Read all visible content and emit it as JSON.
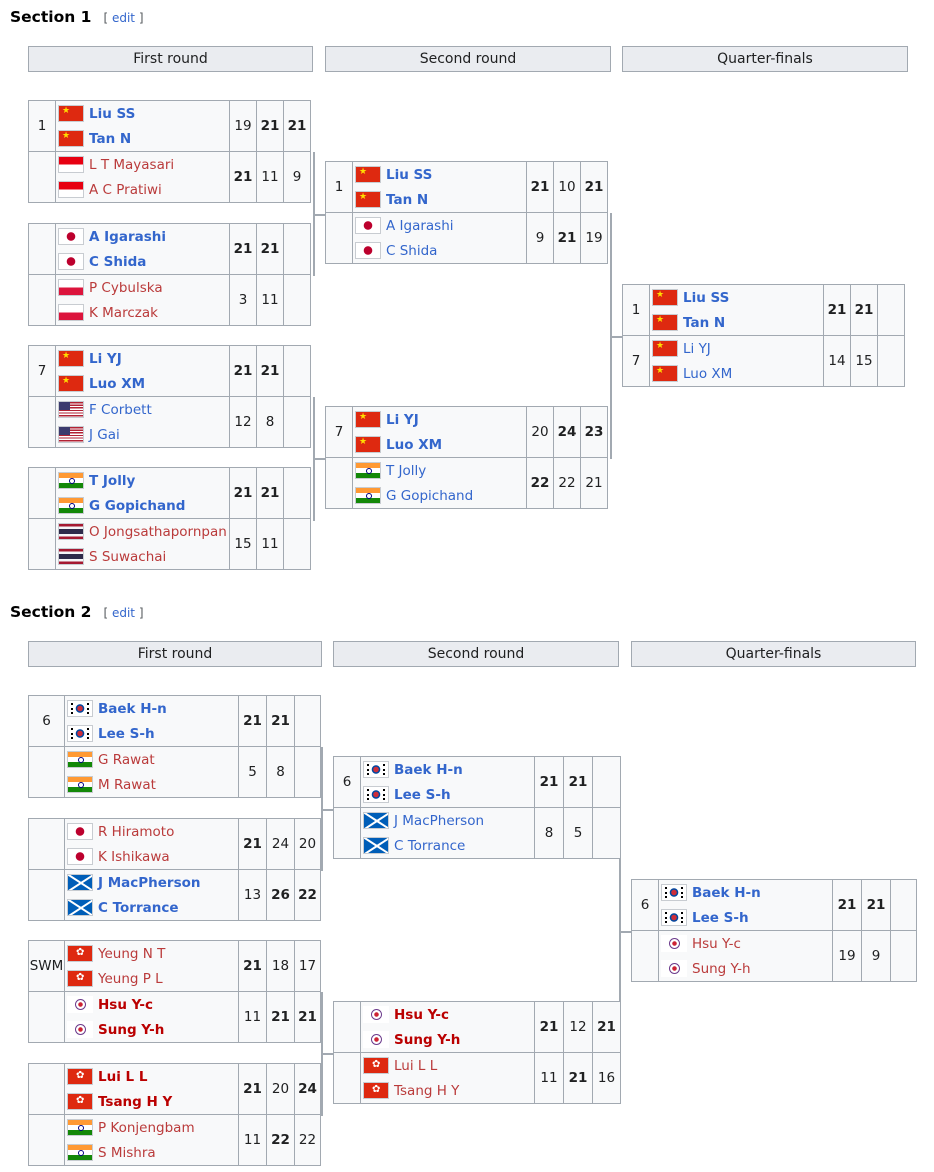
{
  "sections": [
    {
      "title": "Section 1",
      "edit_label": "edit",
      "rounds": [
        "First round",
        "Second round",
        "Quarter-finals"
      ],
      "matches": [
        {
          "top": {
            "seed": "1",
            "players": [
              {
                "name": "Liu SS",
                "flag": "china-flag-icon"
              },
              {
                "name": "Tan N",
                "flag": "china-flag-icon"
              }
            ],
            "scores": [
              "19",
              "21",
              "21"
            ]
          },
          "bottom": {
            "seed": "",
            "players": [
              {
                "name": "L T Mayasari",
                "flag": "indonesia-flag-icon"
              },
              {
                "name": "A C Pratiwi",
                "flag": "indonesia-flag-icon"
              }
            ],
            "scores": [
              "21",
              "11",
              "9"
            ]
          }
        },
        {
          "top": {
            "seed": "",
            "players": [
              {
                "name": "A Igarashi",
                "flag": "japan-flag-icon"
              },
              {
                "name": "C Shida",
                "flag": "japan-flag-icon"
              }
            ],
            "scores": [
              "21",
              "21",
              ""
            ]
          },
          "bottom": {
            "seed": "",
            "players": [
              {
                "name": "P Cybulska",
                "flag": "poland-flag-icon"
              },
              {
                "name": "K Marczak",
                "flag": "poland-flag-icon"
              }
            ],
            "scores": [
              "3",
              "11",
              ""
            ]
          }
        },
        {
          "top": {
            "seed": "7",
            "players": [
              {
                "name": "Li YJ",
                "flag": "china-flag-icon"
              },
              {
                "name": "Luo XM",
                "flag": "china-flag-icon"
              }
            ],
            "scores": [
              "21",
              "21",
              ""
            ]
          },
          "bottom": {
            "seed": "",
            "players": [
              {
                "name": "F Corbett",
                "flag": "usa-flag-icon"
              },
              {
                "name": "J Gai",
                "flag": "usa-flag-icon"
              }
            ],
            "scores": [
              "12",
              "8",
              ""
            ]
          }
        },
        {
          "top": {
            "seed": "",
            "players": [
              {
                "name": "T Jolly",
                "flag": "india-flag-icon"
              },
              {
                "name": "G Gopichand",
                "flag": "india-flag-icon"
              }
            ],
            "scores": [
              "21",
              "21",
              ""
            ]
          },
          "bottom": {
            "seed": "",
            "players": [
              {
                "name": "O Jongsathapornpan",
                "flag": "thailand-flag-icon"
              },
              {
                "name": "S Suwachai",
                "flag": "thailand-flag-icon"
              }
            ],
            "scores": [
              "15",
              "11",
              ""
            ]
          }
        },
        {
          "top": {
            "seed": "1",
            "players": [
              {
                "name": "Liu SS",
                "flag": "china-flag-icon"
              },
              {
                "name": "Tan N",
                "flag": "china-flag-icon"
              }
            ],
            "scores": [
              "21",
              "10",
              "21"
            ]
          },
          "bottom": {
            "seed": "",
            "players": [
              {
                "name": "A Igarashi",
                "flag": "japan-flag-icon"
              },
              {
                "name": "C Shida",
                "flag": "japan-flag-icon"
              }
            ],
            "scores": [
              "9",
              "21",
              "19"
            ]
          }
        },
        {
          "top": {
            "seed": "7",
            "players": [
              {
                "name": "Li YJ",
                "flag": "china-flag-icon"
              },
              {
                "name": "Luo XM",
                "flag": "china-flag-icon"
              }
            ],
            "scores": [
              "20",
              "24",
              "23"
            ]
          },
          "bottom": {
            "seed": "",
            "players": [
              {
                "name": "T Jolly",
                "flag": "india-flag-icon"
              },
              {
                "name": "G Gopichand",
                "flag": "india-flag-icon"
              }
            ],
            "scores": [
              "22",
              "22",
              "21"
            ]
          }
        },
        {
          "top": {
            "seed": "1",
            "players": [
              {
                "name": "Liu SS",
                "flag": "china-flag-icon"
              },
              {
                "name": "Tan N",
                "flag": "china-flag-icon"
              }
            ],
            "scores": [
              "21",
              "21",
              ""
            ]
          },
          "bottom": {
            "seed": "7",
            "players": [
              {
                "name": "Li YJ",
                "flag": "china-flag-icon"
              },
              {
                "name": "Luo XM",
                "flag": "china-flag-icon"
              }
            ],
            "scores": [
              "14",
              "15",
              ""
            ]
          }
        }
      ]
    },
    {
      "title": "Section 2",
      "edit_label": "edit",
      "rounds": [
        "First round",
        "Second round",
        "Quarter-finals"
      ],
      "matches": [
        {
          "top": {
            "seed": "6",
            "players": [
              {
                "name": "Baek H-n",
                "flag": "south-korea-flag-icon"
              },
              {
                "name": "Lee S-h",
                "flag": "south-korea-flag-icon"
              }
            ],
            "scores": [
              "21",
              "21",
              ""
            ]
          },
          "bottom": {
            "seed": "",
            "players": [
              {
                "name": "G Rawat",
                "flag": "india-flag-icon"
              },
              {
                "name": "M Rawat",
                "flag": "india-flag-icon"
              }
            ],
            "scores": [
              "5",
              "8",
              ""
            ]
          }
        },
        {
          "top": {
            "seed": "",
            "players": [
              {
                "name": "R Hiramoto",
                "flag": "japan-flag-icon"
              },
              {
                "name": "K Ishikawa",
                "flag": "japan-flag-icon"
              }
            ],
            "scores": [
              "21",
              "24",
              "20"
            ]
          },
          "bottom": {
            "seed": "",
            "players": [
              {
                "name": "J MacPherson",
                "flag": "scotland-flag-icon"
              },
              {
                "name": "C Torrance",
                "flag": "scotland-flag-icon"
              }
            ],
            "scores": [
              "13",
              "26",
              "22"
            ]
          }
        },
        {
          "top": {
            "seed": "SWM",
            "players": [
              {
                "name": "Yeung N T",
                "flag": "hong-kong-flag-icon"
              },
              {
                "name": "Yeung P L",
                "flag": "hong-kong-flag-icon"
              }
            ],
            "scores": [
              "21",
              "18",
              "17"
            ]
          },
          "bottom": {
            "seed": "",
            "players": [
              {
                "name": "Hsu Y-c",
                "flag": "chinese-taipei-flag-icon"
              },
              {
                "name": "Sung Y-h",
                "flag": "chinese-taipei-flag-icon"
              }
            ],
            "scores": [
              "11",
              "21",
              "21"
            ]
          }
        },
        {
          "top": {
            "seed": "",
            "players": [
              {
                "name": "Lui L L",
                "flag": "hong-kong-flag-icon"
              },
              {
                "name": "Tsang H Y",
                "flag": "hong-kong-flag-icon"
              }
            ],
            "scores": [
              "21",
              "20",
              "24"
            ]
          },
          "bottom": {
            "seed": "",
            "players": [
              {
                "name": "P Konjengbam",
                "flag": "india-flag-icon"
              },
              {
                "name": "S Mishra",
                "flag": "india-flag-icon"
              }
            ],
            "scores": [
              "11",
              "22",
              "22"
            ]
          }
        },
        {
          "top": {
            "seed": "6",
            "players": [
              {
                "name": "Baek H-n",
                "flag": "south-korea-flag-icon"
              },
              {
                "name": "Lee S-h",
                "flag": "south-korea-flag-icon"
              }
            ],
            "scores": [
              "21",
              "21",
              ""
            ]
          },
          "bottom": {
            "seed": "",
            "players": [
              {
                "name": "J MacPherson",
                "flag": "scotland-flag-icon"
              },
              {
                "name": "C Torrance",
                "flag": "scotland-flag-icon"
              }
            ],
            "scores": [
              "8",
              "5",
              ""
            ]
          }
        },
        {
          "top": {
            "seed": "",
            "players": [
              {
                "name": "Hsu Y-c",
                "flag": "chinese-taipei-flag-icon"
              },
              {
                "name": "Sung Y-h",
                "flag": "chinese-taipei-flag-icon"
              }
            ],
            "scores": [
              "21",
              "12",
              "21"
            ]
          },
          "bottom": {
            "seed": "",
            "players": [
              {
                "name": "Lui L L",
                "flag": "hong-kong-flag-icon"
              },
              {
                "name": "Tsang H Y",
                "flag": "hong-kong-flag-icon"
              }
            ],
            "scores": [
              "11",
              "21",
              "16"
            ]
          }
        },
        {
          "top": {
            "seed": "6",
            "players": [
              {
                "name": "Baek H-n",
                "flag": "south-korea-flag-icon"
              },
              {
                "name": "Lee S-h",
                "flag": "south-korea-flag-icon"
              }
            ],
            "scores": [
              "21",
              "21",
              ""
            ]
          },
          "bottom": {
            "seed": "",
            "players": [
              {
                "name": "Hsu Y-c",
                "flag": "chinese-taipei-flag-icon"
              },
              {
                "name": "Sung Y-h",
                "flag": "chinese-taipei-flag-icon"
              }
            ],
            "scores": [
              "19",
              "9",
              ""
            ]
          }
        }
      ]
    }
  ]
}
